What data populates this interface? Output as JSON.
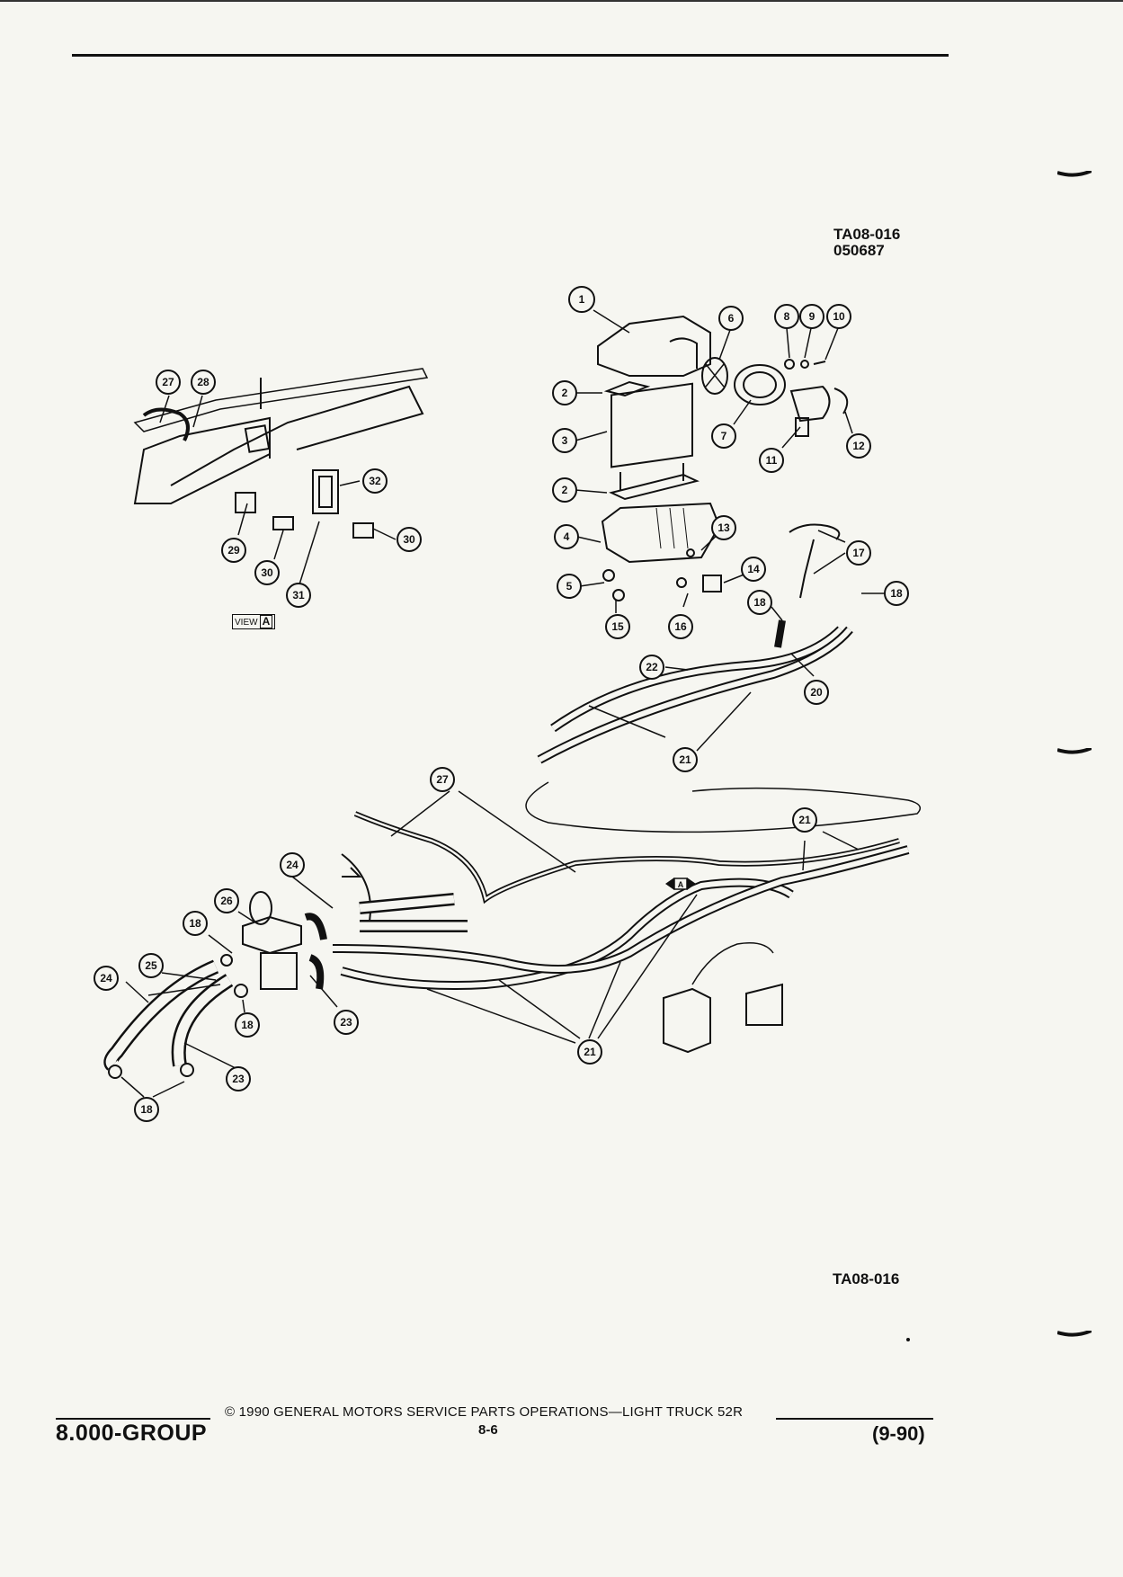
{
  "header": {
    "ref_code_line1": "TA08-016",
    "ref_code_line2": "050687"
  },
  "diagram": {
    "figure_id": "TA08-016",
    "view_label": "VIEW",
    "view_letter": "A",
    "callouts": [
      "1",
      "2",
      "3",
      "4",
      "5",
      "6",
      "7",
      "8",
      "9",
      "10",
      "11",
      "12",
      "13",
      "14",
      "15",
      "16",
      "17",
      "18",
      "20",
      "21",
      "22",
      "23",
      "24",
      "25",
      "26",
      "27",
      "28",
      "29",
      "30",
      "31",
      "32"
    ]
  },
  "footer": {
    "group": "8.000-GROUP",
    "copyright": "© 1990 GENERAL MOTORS SERVICE PARTS OPERATIONS—LIGHT TRUCK 52R",
    "page": "8-6",
    "date": "(9-90)"
  },
  "colors": {
    "ink": "#111111",
    "paper": "#f6f6f1"
  }
}
